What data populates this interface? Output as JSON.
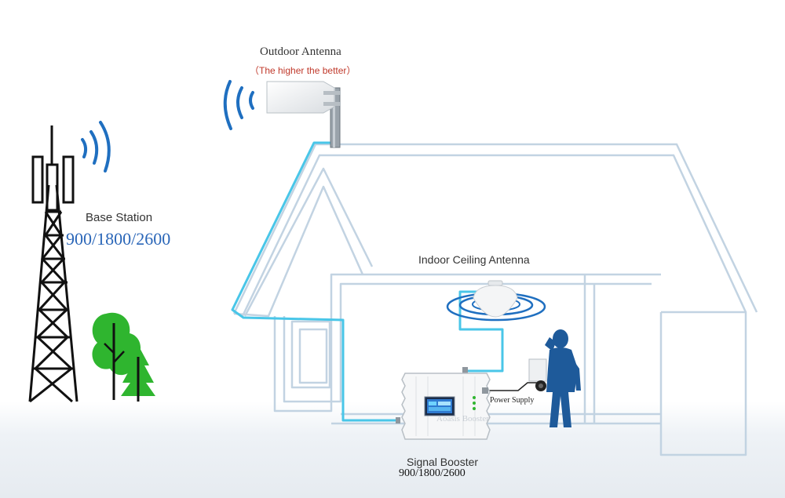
{
  "labels": {
    "outdoor_antenna": "Outdoor Antenna",
    "outdoor_antenna_note": "（The higher the better）",
    "base_station": "Base Station",
    "base_station_bands": "900/1800/2600",
    "indoor_antenna": "Indoor Ceiling Antenna",
    "power_supply": "Power Supply",
    "signal_booster": "Signal Booster",
    "signal_booster_bands": "900/1800/2600",
    "booster_watermark": "Aoasis Booster"
  },
  "colors": {
    "wave_blue": "#1f6fc0",
    "cable_cyan": "#49c6e8",
    "house_line": "#c2d3e2",
    "person": "#1e5a9a",
    "tree": "#2fb52f",
    "tower": "#111111",
    "note_red": "#c0392b",
    "band_blue": "#2a66b8"
  },
  "icons": [
    "signal-wave-icon",
    "cell-tower-icon",
    "antenna-icon",
    "ceiling-antenna-icon",
    "booster-icon",
    "person-phone-icon",
    "tree-icon",
    "power-adapter-icon"
  ]
}
